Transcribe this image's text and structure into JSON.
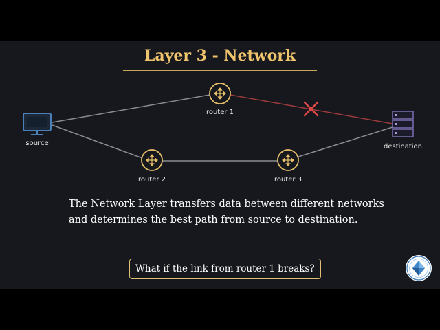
{
  "title": "Layer 3 - Network",
  "nodes": {
    "source": "source",
    "router1": "router 1",
    "router2": "router 2",
    "router3": "router 3",
    "destination": "destination"
  },
  "description": "The Network Layer transfers data between different networks and determines the best path from source to destination.",
  "question": "What if the link from router 1 breaks?",
  "colors": {
    "background": "#17181d",
    "title": "#efc46d",
    "router": "#e8c06a",
    "link": "#8a8d94",
    "broken_link": "#9a3b3b",
    "break_marker": "#e04848",
    "computer": "#4a7fb8",
    "server": "#7d6fb3"
  }
}
